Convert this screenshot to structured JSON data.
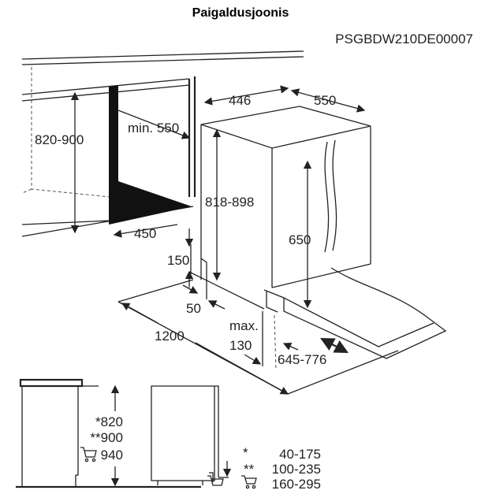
{
  "title": "Paigaldusjoonis",
  "model_code": "PSGBDW210DE00007",
  "dimensions": {
    "niche_height": "820-900",
    "min_depth": "min. 550",
    "niche_depth": "450",
    "appliance_height": "818-898",
    "appliance_width": "446",
    "appliance_depth": "550",
    "door_height": "650",
    "plinth_height": "150",
    "plinth_offset": "50",
    "door_swing": "1200",
    "max_label": "max.",
    "max_value": "130",
    "door_adjust": "645-776"
  },
  "side_view": {
    "heights": [
      "*820",
      "**900",
      "940"
    ],
    "plinth_marks": [
      "*",
      "**"
    ],
    "plinth_ranges": [
      "40-175",
      "100-235",
      "160-295"
    ],
    "cart_icon": "shopping-cart-icon"
  }
}
